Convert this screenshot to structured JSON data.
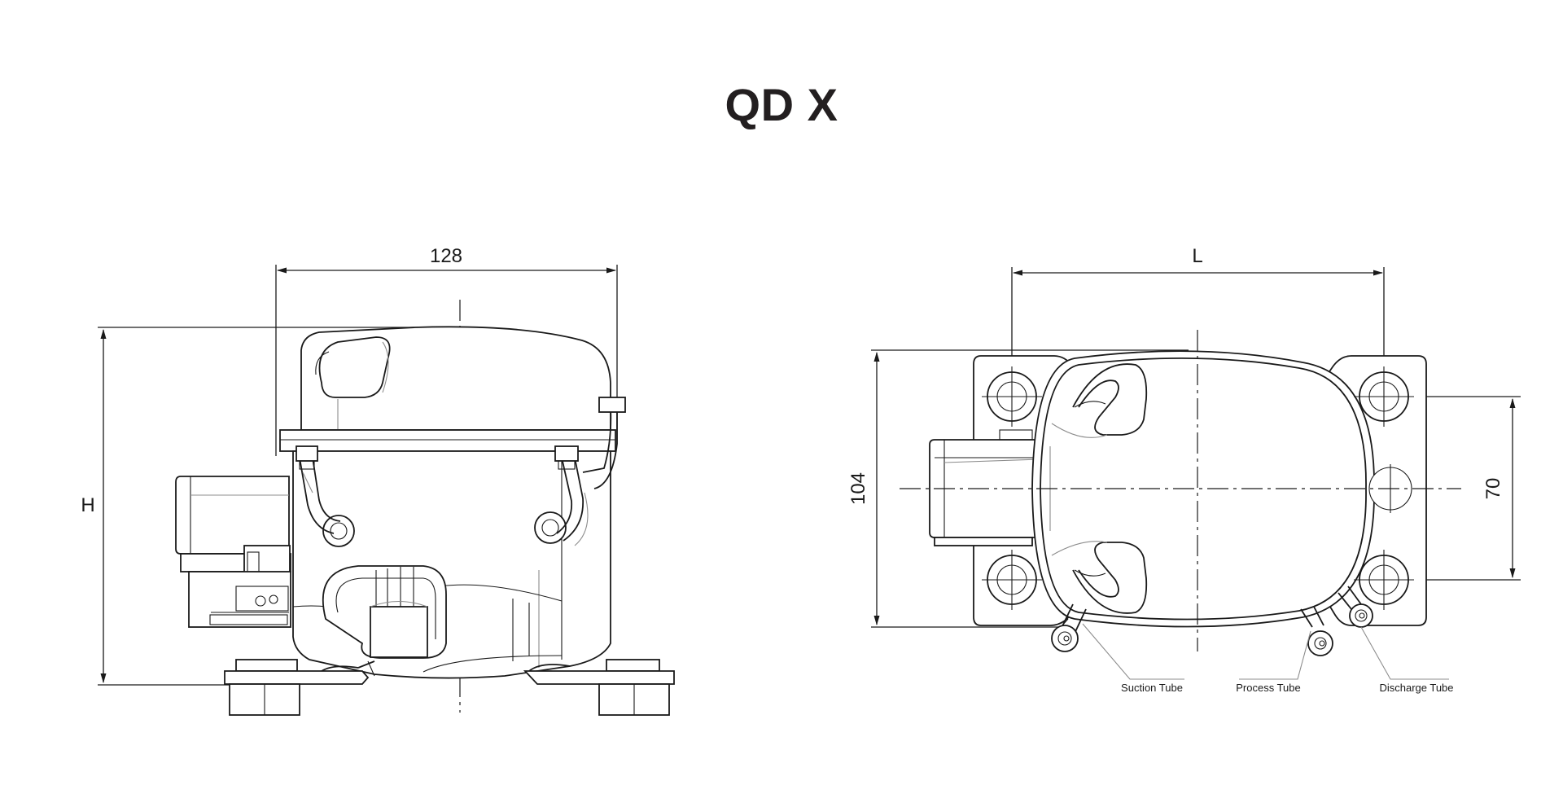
{
  "title": "QD X",
  "side_view": {
    "width_dim": "128",
    "height_dim": "H"
  },
  "top_view": {
    "length_dim": "L",
    "depth_dim": "104",
    "mount_dim": "70"
  },
  "callouts": {
    "suction": "Suction Tube",
    "process": "Process Tube",
    "discharge": "Discharge Tube"
  },
  "colors": {
    "line": "#1a1a1a",
    "thin_line": "#8c8c8c"
  }
}
